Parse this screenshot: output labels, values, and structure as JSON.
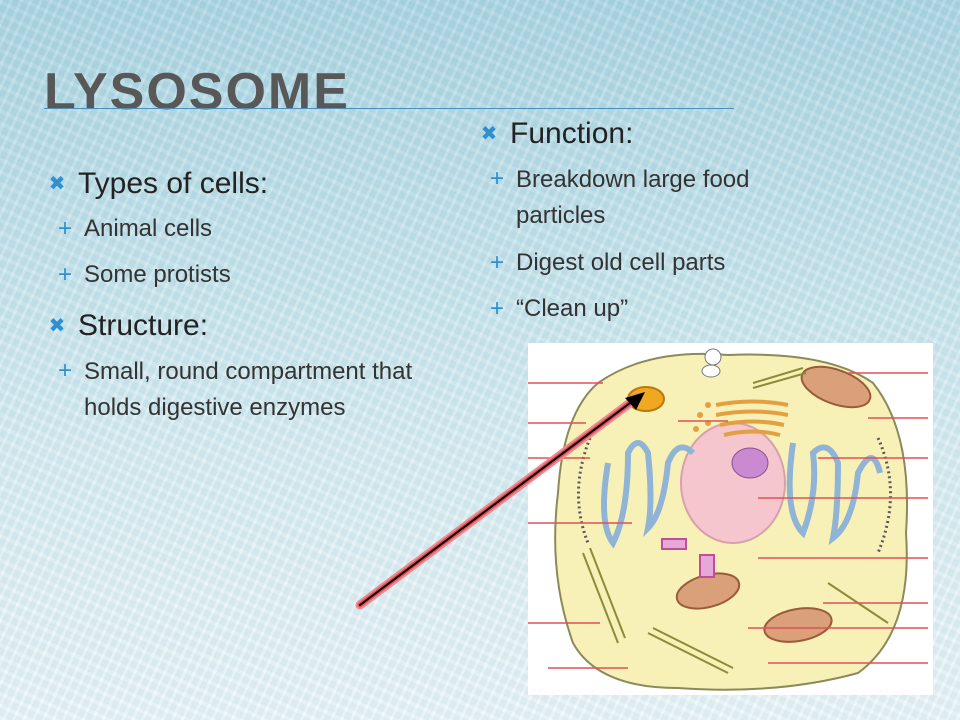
{
  "slide": {
    "title": "Lysosome",
    "left_column": [
      {
        "label": "Types of cells:",
        "subitems": [
          "Animal cells",
          "Some protists"
        ]
      },
      {
        "label": "Structure:",
        "subitems": [
          "Small, round compartment that holds digestive enzymes"
        ]
      }
    ],
    "right_column": [
      {
        "label": "Function:",
        "subitems": [
          "Breakdown large food particles",
          "Digest old cell parts",
          "“Clean up”"
        ]
      }
    ],
    "bullet_icons": {
      "level1": "x-bullet-icon",
      "level2": "plus-bullet-icon"
    }
  },
  "colors": {
    "background": "#bfe0ea",
    "title_text": "#585858",
    "bullet": "#2e8fd1",
    "arrow": "#e05058",
    "lysosome": "#f0a820",
    "cell_cytoplasm": "#f7f1b8",
    "nucleus": "#f7c7d0",
    "nucleolus": "#c98ad2",
    "mitochondria": "#d9a07a",
    "membrane_blue": "#8fb4d6"
  }
}
